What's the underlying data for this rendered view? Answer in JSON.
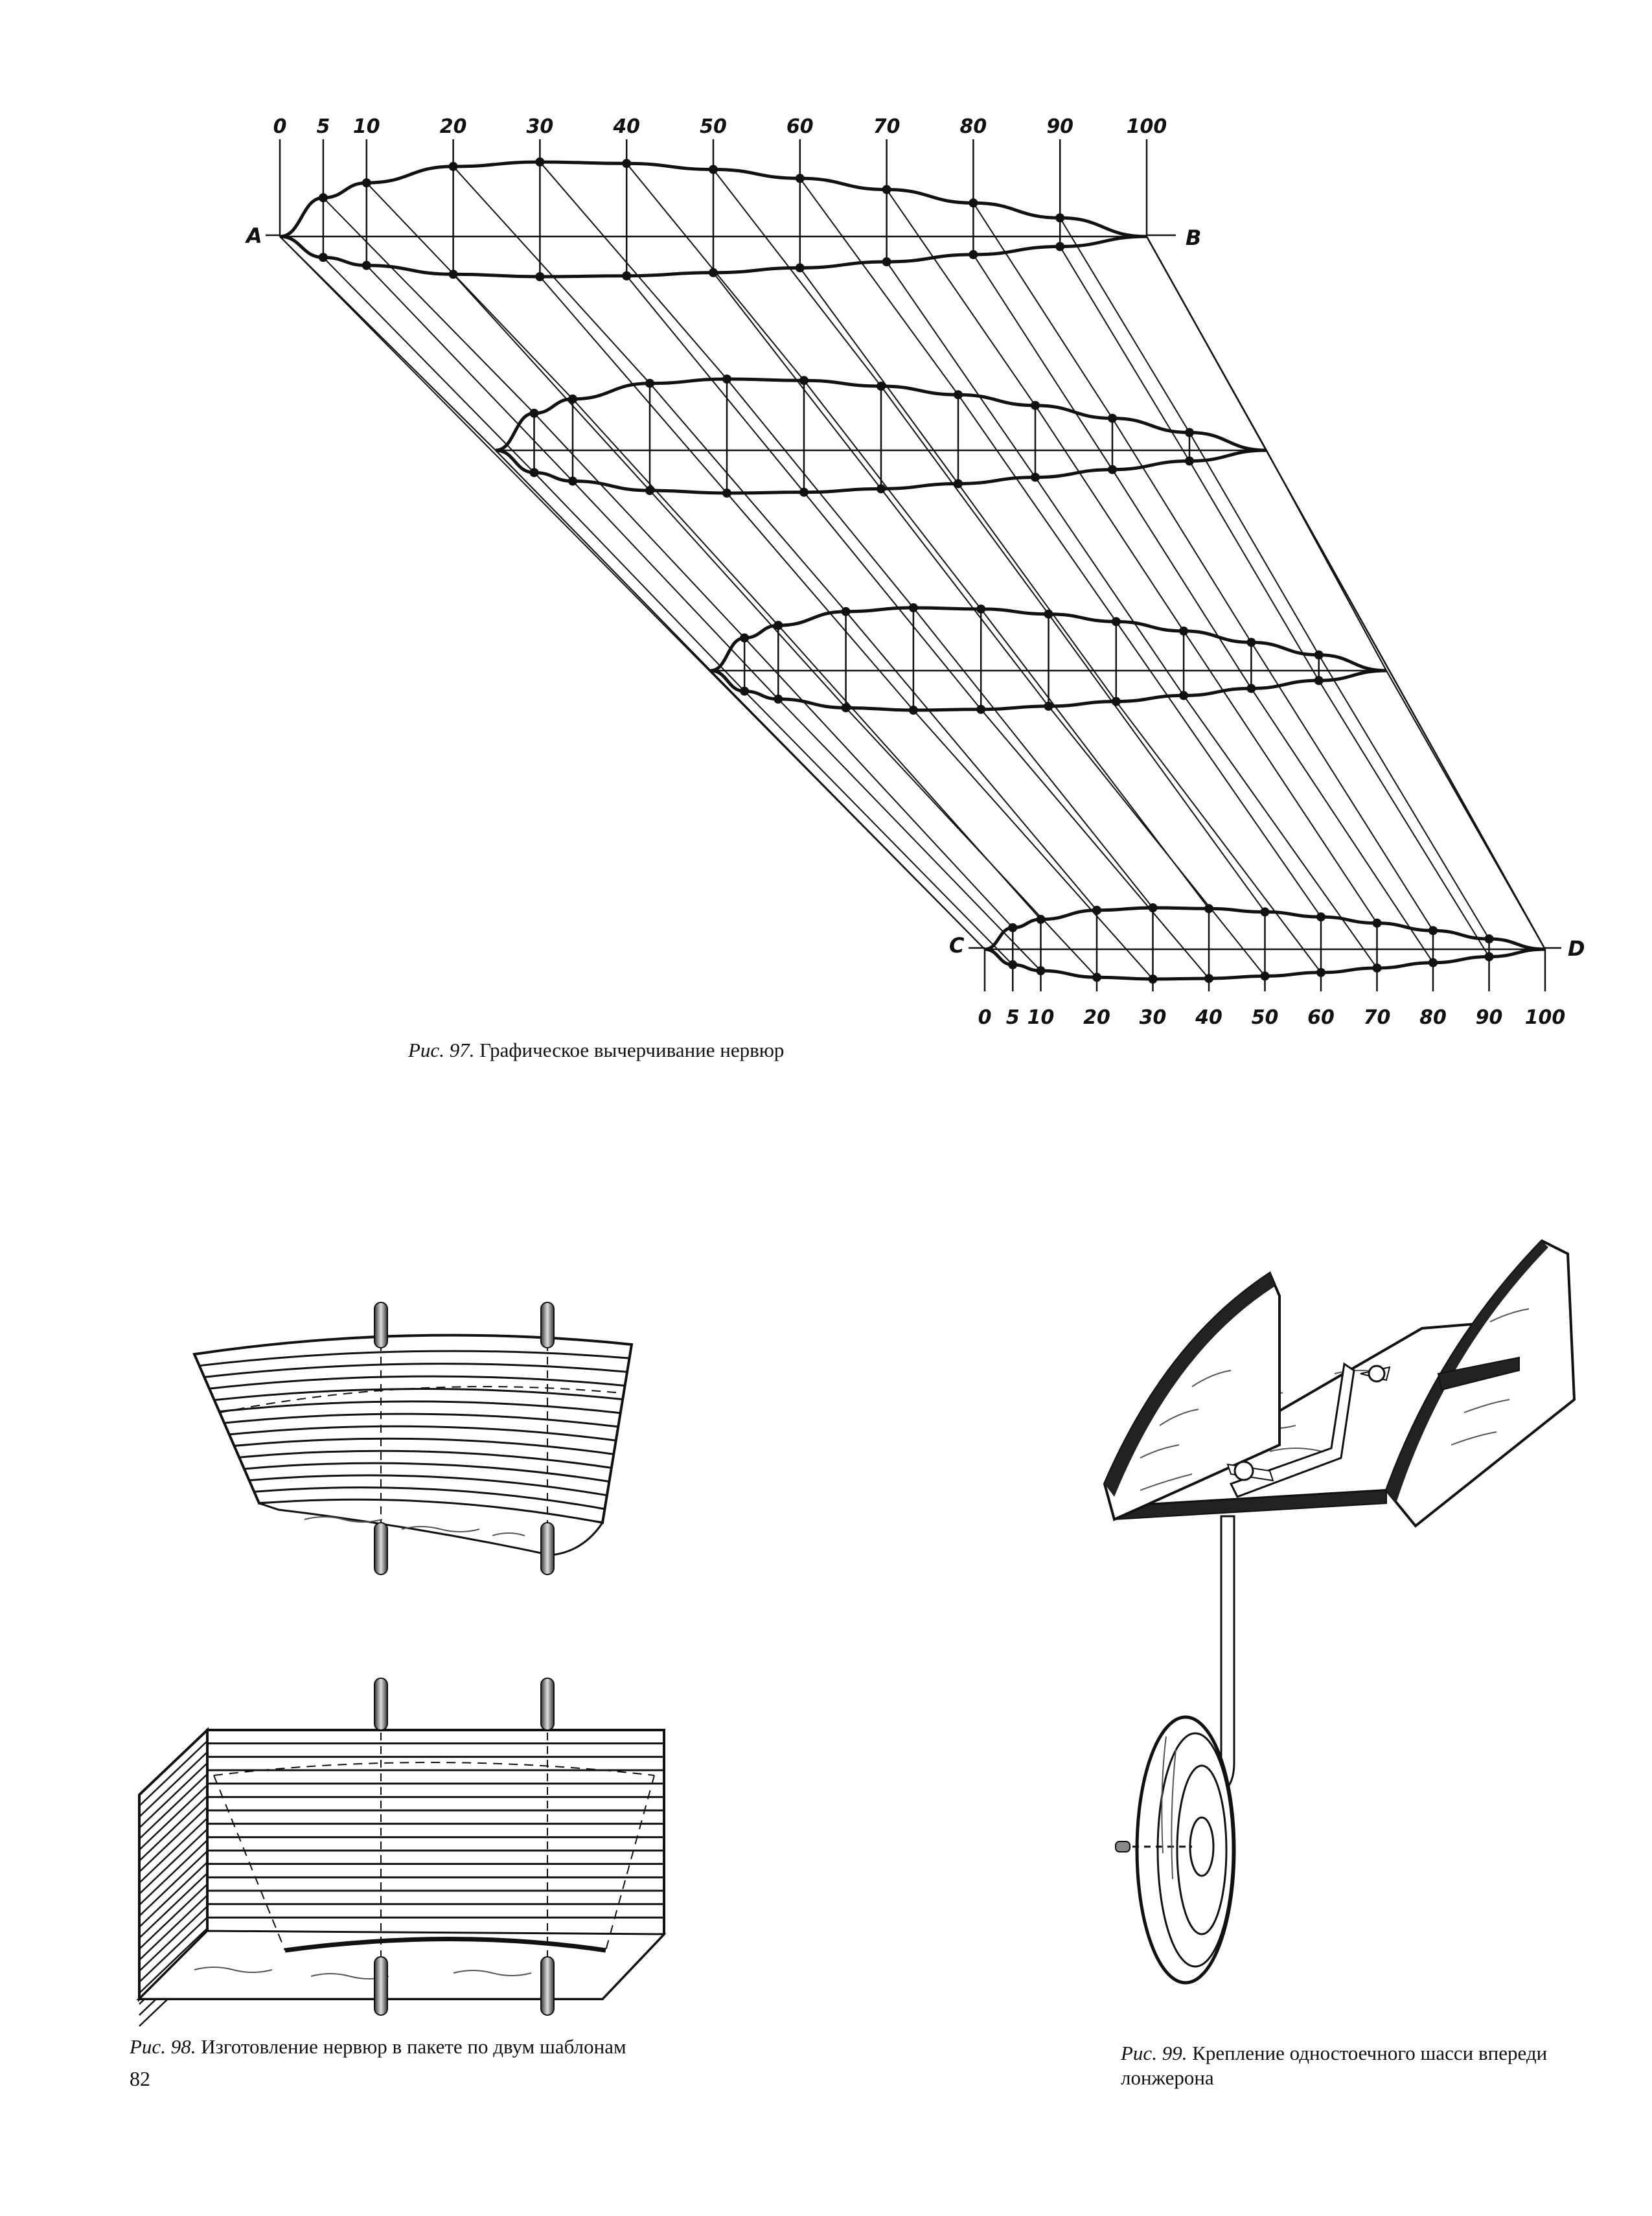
{
  "page_number": "82",
  "fig97": {
    "caption_label": "Рис. 97",
    "caption_text": "Графическое вычерчивание нервюр",
    "top_ticks": [
      "0",
      "5",
      "10",
      "20",
      "30",
      "40",
      "50",
      "60",
      "70",
      "80",
      "90",
      "100"
    ],
    "bottom_ticks": [
      "0",
      "5",
      "10",
      "20",
      "30",
      "40",
      "50",
      "60",
      "70",
      "80",
      "90",
      "100"
    ],
    "point_letters": [
      "A",
      "B",
      "C",
      "D"
    ]
  },
  "fig98": {
    "caption_label": "Рис. 98",
    "caption_text": "Изготовление нервюр в пакете по двум шаблонам"
  },
  "fig99": {
    "caption_label": "Рис. 99",
    "caption_text": "Крепление одностоечного шасси впереди лонжерона"
  }
}
